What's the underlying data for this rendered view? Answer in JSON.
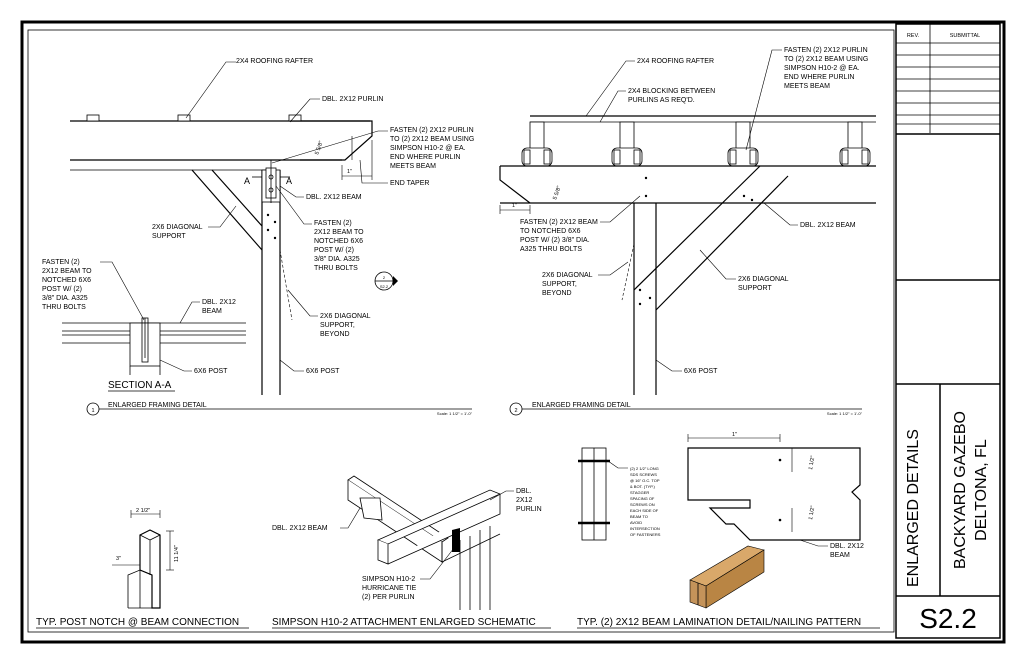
{
  "title_block": {
    "rev_header": "REV.",
    "submittal_header": "SUBMITTAL",
    "sheet_title": "ENLARGED DETAILS",
    "project_name": "BACKYARD GAZEBO",
    "project_location": "DELTONA, FL",
    "sheet_number": "S2.2"
  },
  "detail_1": {
    "number": "1",
    "title": "ENLARGED FRAMING DETAIL",
    "scale": "Scale: 1 1/2\" = 1'-0\"",
    "section_label": "SECTION A-A",
    "section_mark": "A",
    "section_tag_top": "2",
    "section_tag_bottom": "S2.2",
    "dim_5_5_8": "5 5/8\"",
    "dim_1": "1\"",
    "notes": {
      "rafter": "2X4 ROOFING RAFTER",
      "purlin": "DBL. 2X12 PURLIN",
      "fasten_purlin": [
        "FASTEN (2) 2X12 PURLIN",
        "TO (2) 2X12 BEAM USING",
        "SIMPSON H10-2 @ EA.",
        "END WHERE PURLIN",
        "MEETS BEAM"
      ],
      "end_taper": "END TAPER",
      "dbl_beam": "DBL. 2X12 BEAM",
      "fasten_beam": [
        "FASTEN (2)",
        "2X12 BEAM TO",
        "NOTCHED 6X6",
        "POST W/ (2)",
        "3/8\" DIA. A325",
        "THRU BOLTS"
      ],
      "diag_support": [
        "2X6 DIAGONAL",
        "SUPPORT"
      ],
      "diag_beyond": [
        "2X6 DIAGONAL",
        "SUPPORT,",
        "BEYOND"
      ],
      "post": "6X6 POST",
      "sec_fasten": [
        "FASTEN (2)",
        "2X12 BEAM TO",
        "NOTCHED 6X6",
        "POST W/ (2)",
        "3/8\" DIA. A325",
        "THRU BOLTS"
      ],
      "sec_beam": [
        "DBL. 2X12",
        "BEAM"
      ],
      "sec_post": "6X6 POST"
    }
  },
  "detail_2": {
    "number": "2",
    "title": "ENLARGED FRAMING DETAIL",
    "scale": "Scale: 1 1/2\" = 1'-0\"",
    "dim_5_5_8": "5 5/8\"",
    "dim_1": "1\"",
    "notes": {
      "rafter": "2X4 ROOFING RAFTER",
      "blocking": [
        "2X4 BLOCKING BETWEEN",
        "PURLINS AS REQ'D."
      ],
      "fasten_purlin": [
        "FASTEN (2) 2X12 PURLIN",
        "TO (2) 2X12 BEAM USING",
        "SIMPSON H10-2 @ EA.",
        "END WHERE PURLIN",
        "MEETS BEAM"
      ],
      "fasten_beam": [
        "FASTEN (2) 2X12 BEAM",
        "TO NOTCHED 6X6",
        "POST W/ (2) 3/8\" DIA.",
        "A325 THRU BOLTS"
      ],
      "dbl_beam": "DBL. 2X12 BEAM",
      "diag_beyond": [
        "2X6 DIAGONAL",
        "SUPPORT,",
        "BEYOND"
      ],
      "diag_support": [
        "2X6 DIAGONAL",
        "SUPPORT"
      ],
      "post": "6X6 POST"
    }
  },
  "detail_3": {
    "title": "TYP. POST NOTCH @ BEAM CONNECTION",
    "dim_top": "2 1/2\"",
    "dim_side": "11 1/4\"",
    "dim_notch": "3\""
  },
  "detail_4": {
    "title": "SIMPSON H10-2 ATTACHMENT ENLARGED SCHEMATIC",
    "beam_label": "DBL. 2X12 BEAM",
    "purlin_label": [
      "DBL.",
      "2X12",
      "PURLIN"
    ],
    "tie_label": [
      "SIMPSON H10-2",
      "HURRICANE TIE",
      "(2) PER PURLIN"
    ]
  },
  "detail_5": {
    "title": "TYP. (2) 2X12 BEAM LAMINATION DETAIL/NAILING PATTERN",
    "screw_note": [
      "(2) 2 1/2\" LONG",
      "SDS SCREWS",
      "@ 16\" O.C. TOP",
      "& BOT. (TYP.)",
      "STAGGER",
      "SPACING OF",
      "SCREWS ON",
      "EACH SIDE OF",
      "BEAM TO",
      "AVOID",
      "INTERSECTION",
      "OF FASTENERS"
    ],
    "dim_1": "1\"",
    "dim_a": "1 1/2\"",
    "dim_b": "1 1/2\"",
    "beam_label": [
      "DBL. 2X12",
      "BEAM"
    ]
  },
  "colors": {
    "line": "#000000",
    "background": "#ffffff",
    "lumber": "#d9a86a",
    "lumber_dark": "#b98544"
  }
}
